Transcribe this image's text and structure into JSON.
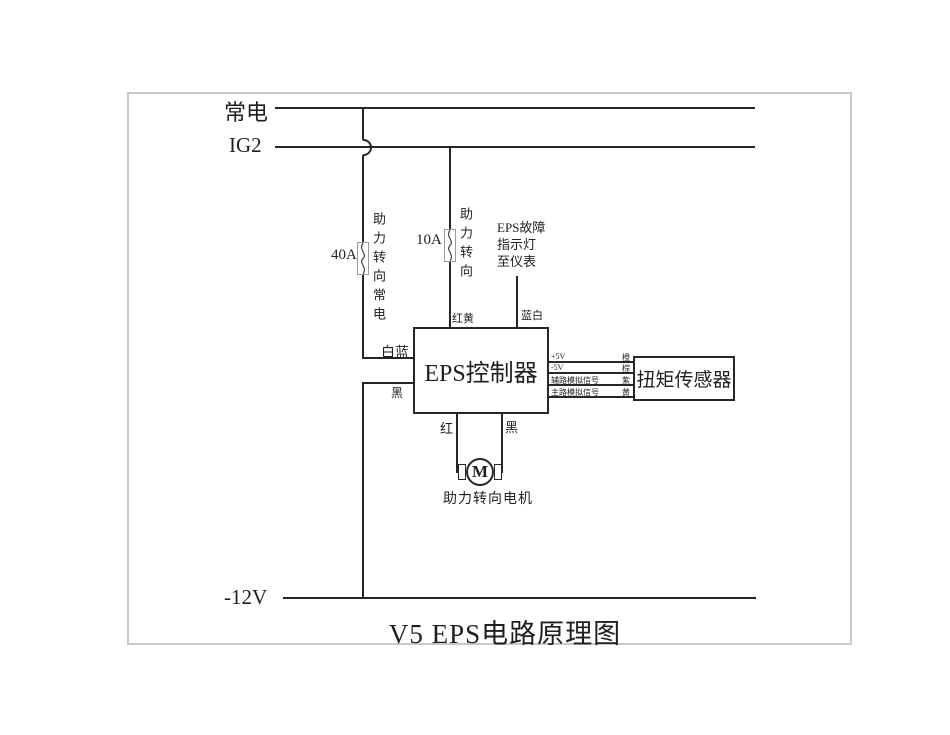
{
  "diagram": {
    "title": "V5 EPS电路原理图",
    "rails": {
      "constant_power": "常电",
      "ignition": "IG2",
      "ground": "-12V"
    },
    "fuses": {
      "fuse40": {
        "rating": "40A",
        "circuit": "助力转向常电"
      },
      "fuse10": {
        "rating": "10A",
        "circuit": "助力转向"
      }
    },
    "indicator": {
      "line1": "EPS故障",
      "line2": "指示灯",
      "line3": "至仪表"
    },
    "controller": {
      "label": "EPS控制器"
    },
    "sensor": {
      "label": "扭矩传感器"
    },
    "sensor_wires": [
      {
        "signal": "+5V",
        "color": "橙"
      },
      {
        "signal": "-5V",
        "color": "棕"
      },
      {
        "signal": "辅路模拟信号",
        "color": "紫"
      },
      {
        "signal": "主路模拟信号",
        "color": "黄"
      }
    ],
    "wire_labels": {
      "white_blue": "白蓝",
      "black_left": "黑",
      "red_yellow": "红黄",
      "blue_white": "蓝白",
      "motor_red": "红",
      "motor_black": "黑"
    },
    "motor": {
      "symbol": "M",
      "label": "助力转向电机"
    }
  }
}
